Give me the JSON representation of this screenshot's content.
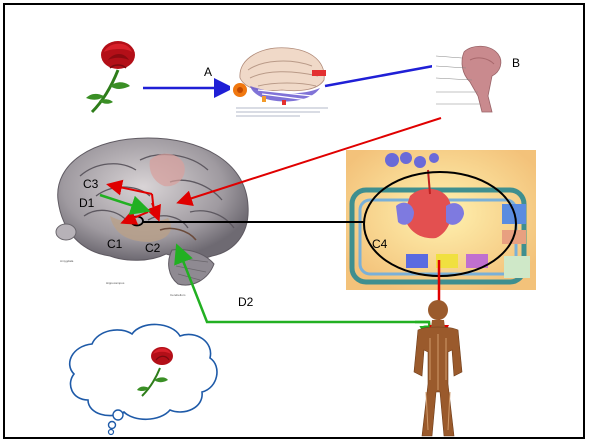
{
  "labels": {
    "a": "A",
    "b": "B",
    "c1": "C1",
    "c2": "C2",
    "c3": "C3",
    "c4": "C4",
    "d1": "D1",
    "d2": "D2"
  },
  "colors": {
    "blue_arrow": "#1f1fd6",
    "red_arrow": "#e00000",
    "green_arrow": "#22b022",
    "black_line": "#000000",
    "rose_red": "#c0101a",
    "stem_green": "#2e7d1a",
    "thought_outline": "#1e5aa8",
    "body_brown": "#9a5a2c"
  },
  "icons": [
    "rose-icon",
    "eye-brain-icon",
    "brainstem-icon",
    "brain-lateral-icon",
    "endocrine-diagram-icon",
    "human-body-icon",
    "thought-bubble-icon"
  ]
}
